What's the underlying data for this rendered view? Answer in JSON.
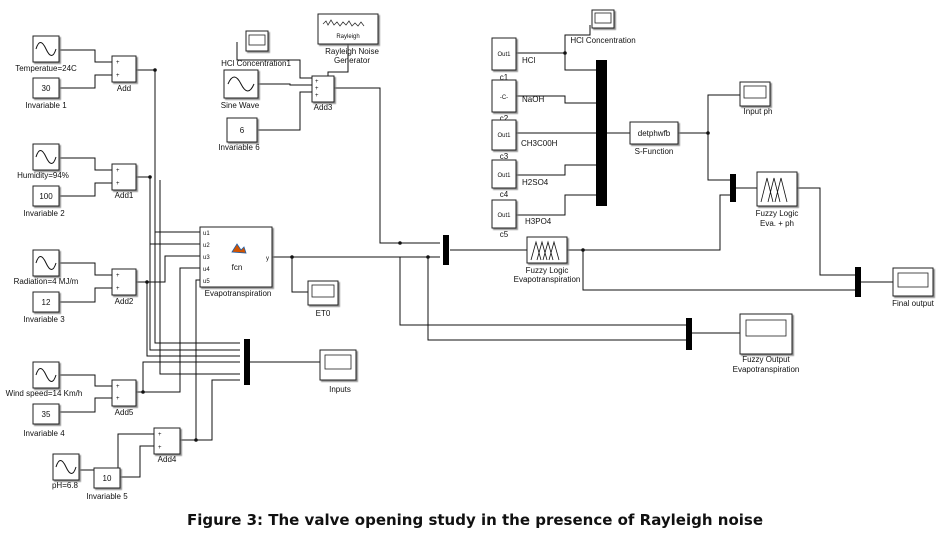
{
  "caption": "Figure 3: The valve opening study in the presence of Rayleigh noise",
  "blocks": {
    "temp_src": "Temperatue=24C",
    "inv1_val": "30",
    "inv1": "Invariable 1",
    "add": "Add",
    "hum_src": "Humidity=94%",
    "inv2_val": "100",
    "inv2": "Invariable 2",
    "add1": "Add1",
    "rad_src": "Radiation=4 MJ/m",
    "inv3_val": "12",
    "inv3": "Invariable 3",
    "add2": "Add2",
    "wind_src": "Wind speed=14 Km/h",
    "inv4_val": "35",
    "inv4": "Invariable 4",
    "add5": "Add5",
    "ph_src": "pH=6.8",
    "inv5_val": "10",
    "inv5": "Invariable 5",
    "add4": "Add4",
    "hcl_scope1": "HCl Concentration1",
    "sine": "Sine Wave",
    "inv6_val": "6",
    "inv6": "Invariable 6",
    "rayleigh_inner": "Rayleigh",
    "rayleigh_gen_1": "Rayleigh Noise",
    "rayleigh_gen_2": "Generator",
    "add3": "Add3",
    "fcn": "fcn",
    "evap": "Evapotranspiration",
    "et0": "ET0",
    "inputs": "Inputs",
    "c1_out": "Out1",
    "c1_sig": "HCl",
    "c1": "c1",
    "c2_out": "-C-",
    "c2_sig": "NaOH",
    "c2": "c2",
    "c3_out": "Out1",
    "c3_sig": "CH3C00H",
    "c3": "c3",
    "c4_out": "Out1",
    "c4_sig": "H2SO4",
    "c4": "c4",
    "c5_out": "Out1",
    "c5_sig": "H3PO4",
    "c5": "c5",
    "hcl_scope": "HCl Concentration",
    "sfunc_inner": "detphwfb",
    "sfunc": "S-Function",
    "input_ph": "Input ph",
    "fuzzy_eva_1": "Fuzzy Logic",
    "fuzzy_eva_2": "Eva. + ph",
    "fuzzy_evap_1": "Fuzzy Logic",
    "fuzzy_evap_2": "Evapotranspiration",
    "final_output": "Final output",
    "fuzzy_out_1": "Fuzzy Output",
    "fuzzy_out_2": "Evapotranspiration",
    "port_u1": "u1",
    "port_u2": "u2",
    "port_u3": "u3",
    "port_u4": "u4",
    "port_u5": "u5",
    "port_y": "y",
    "plus": "+"
  }
}
